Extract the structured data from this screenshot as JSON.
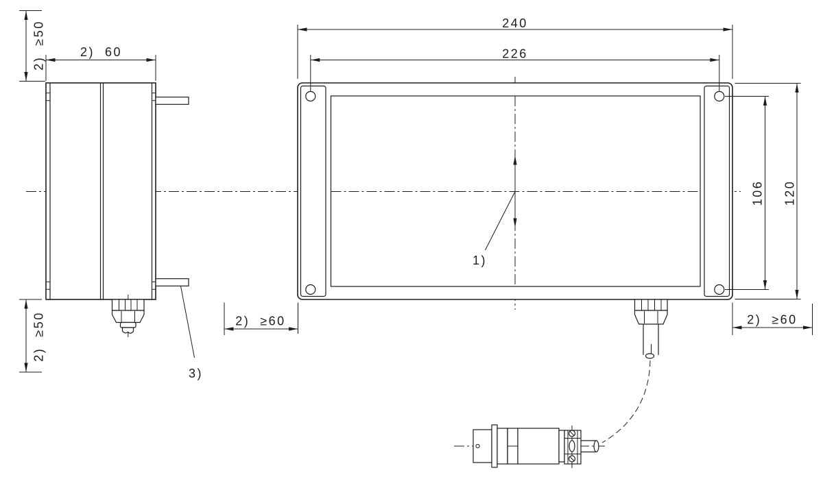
{
  "meta": {
    "background_color": "#ffffff",
    "line_color": "#1d1d1d",
    "drawing_type": "dimensioned technical drawing, side view + front view + connector"
  },
  "dimensions": {
    "outer_width": "240",
    "mount_hole_spacing_h": "226",
    "outer_height": "120",
    "mount_hole_spacing_v": "106",
    "housing_depth": "2)  60",
    "front_clearance": "2)  ≥50",
    "side_clearance": "2)  ≥60"
  },
  "callouts": {
    "ref_1": "1)",
    "ref_3": "3)"
  }
}
